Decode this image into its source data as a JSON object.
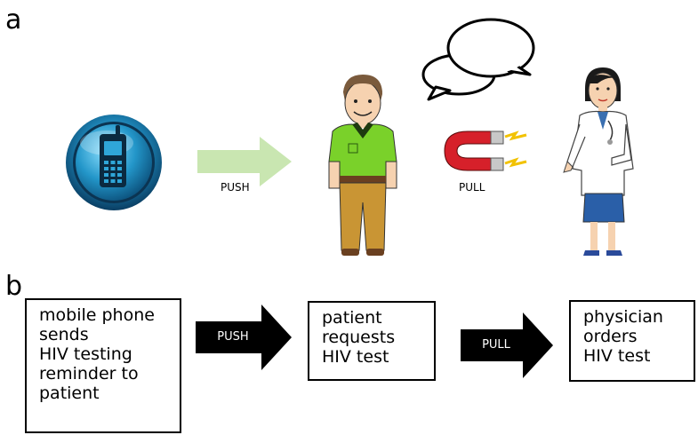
{
  "panel_a": {
    "letter": "a",
    "push_label": "PUSH",
    "pull_label": "PULL"
  },
  "panel_b": {
    "letter": "b",
    "box1_lines": [
      "mobile phone",
      "sends",
      "HIV testing",
      "reminder to",
      "patient"
    ],
    "arrow1_label": "PUSH",
    "box2_lines": [
      "patient",
      "requests",
      "HIV test"
    ],
    "arrow2_label": "PULL",
    "box3_lines": [
      "physician",
      "orders",
      "HIV test"
    ]
  },
  "colors": {
    "push_arrow": "#c9e6b1",
    "patient_shirt": "#7ad12a",
    "magnet": "#d6202a",
    "phone_icon": "#1b7fb0"
  },
  "icons": [
    "mobile-phone-icon",
    "patient-figure",
    "speech-bubbles-icon",
    "magnet-icon",
    "physician-figure"
  ]
}
